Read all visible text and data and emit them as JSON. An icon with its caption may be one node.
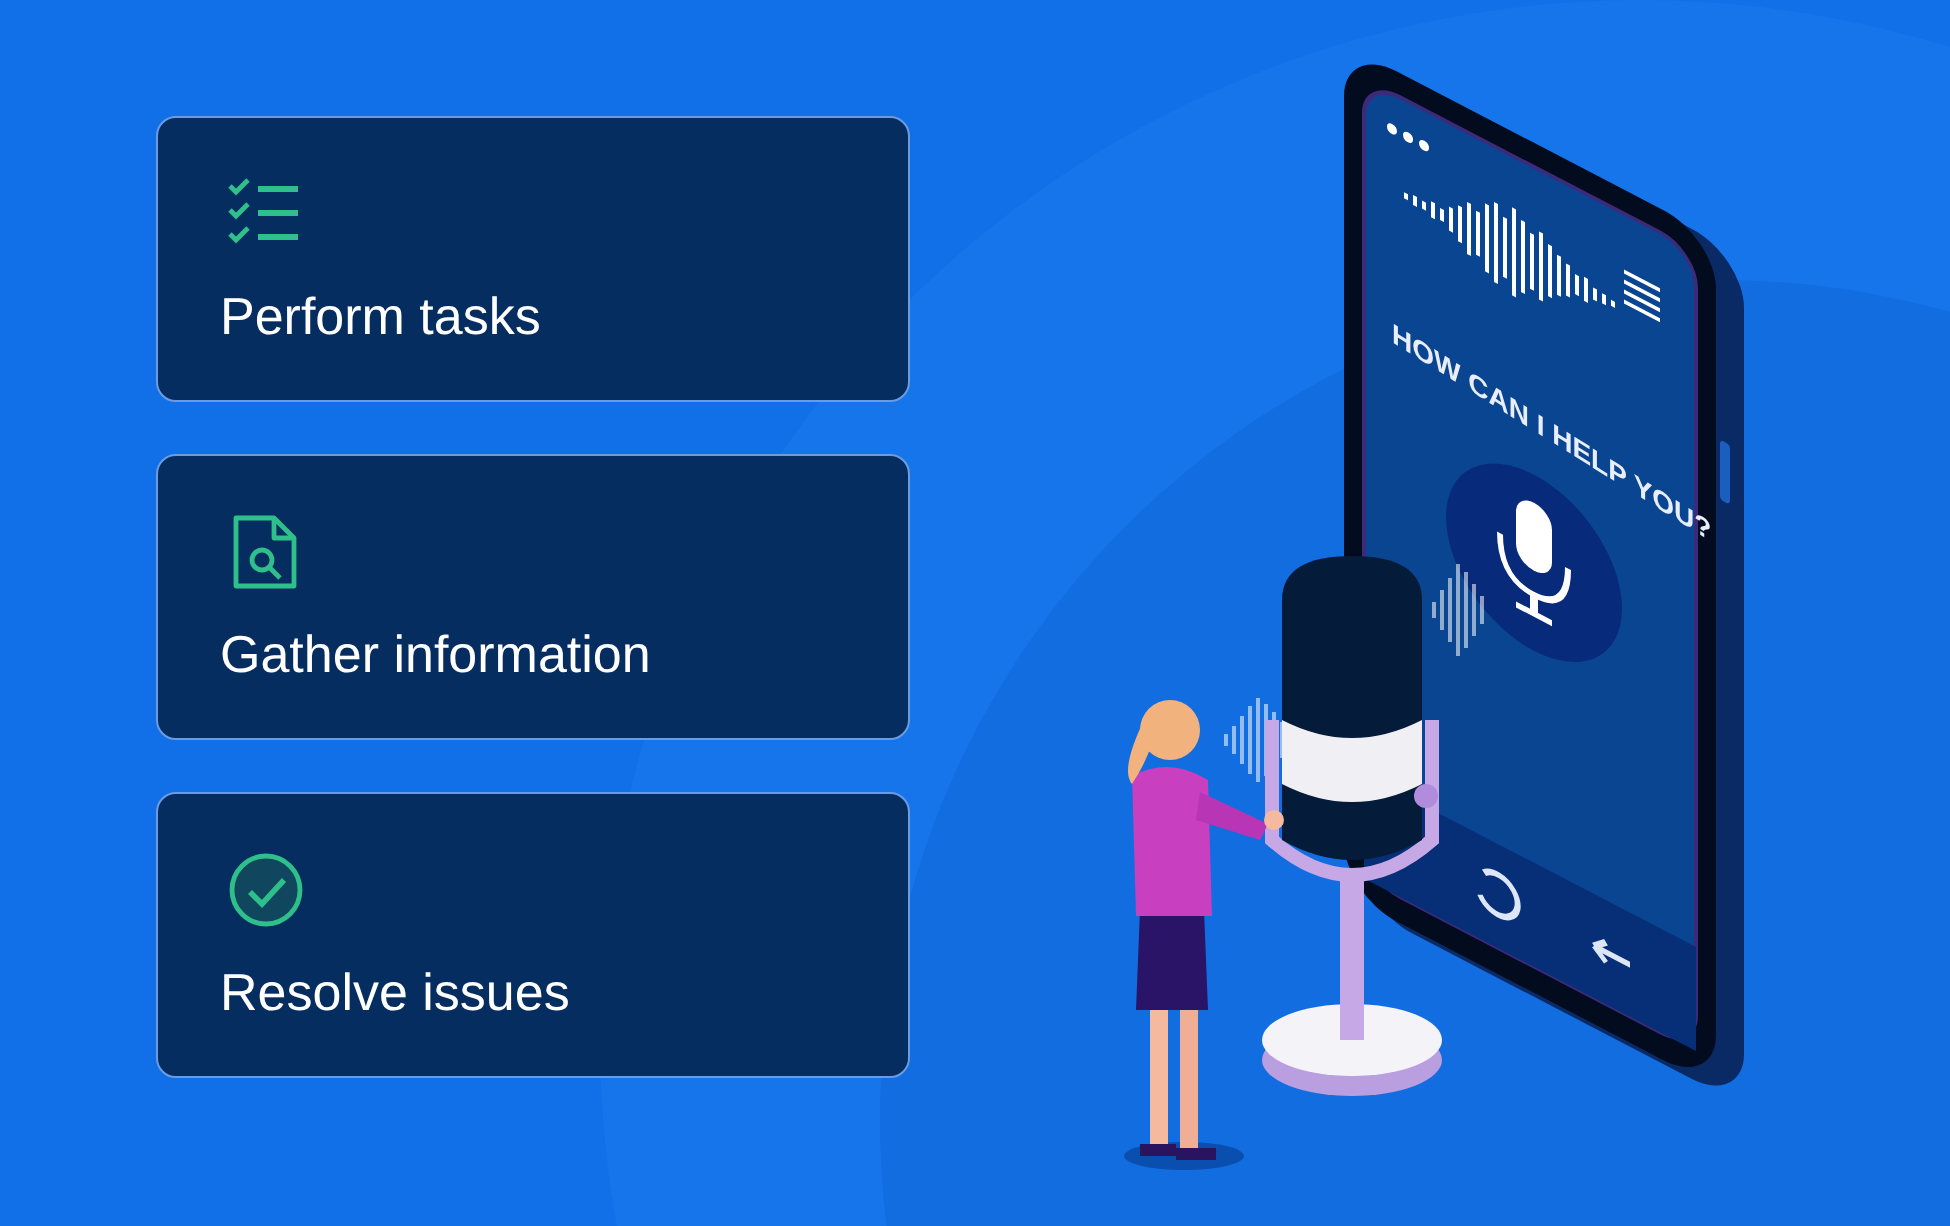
{
  "diagram": {
    "nodes": [
      {
        "text": [
          "Perform tasks"
        ]
      },
      {
        "text": [
          "Gather information"
        ]
      },
      {
        "text": [
          "Resolve issues"
        ]
      }
    ],
    "labels": [
      "HOW CAN I HELP YOU?"
    ]
  }
}
